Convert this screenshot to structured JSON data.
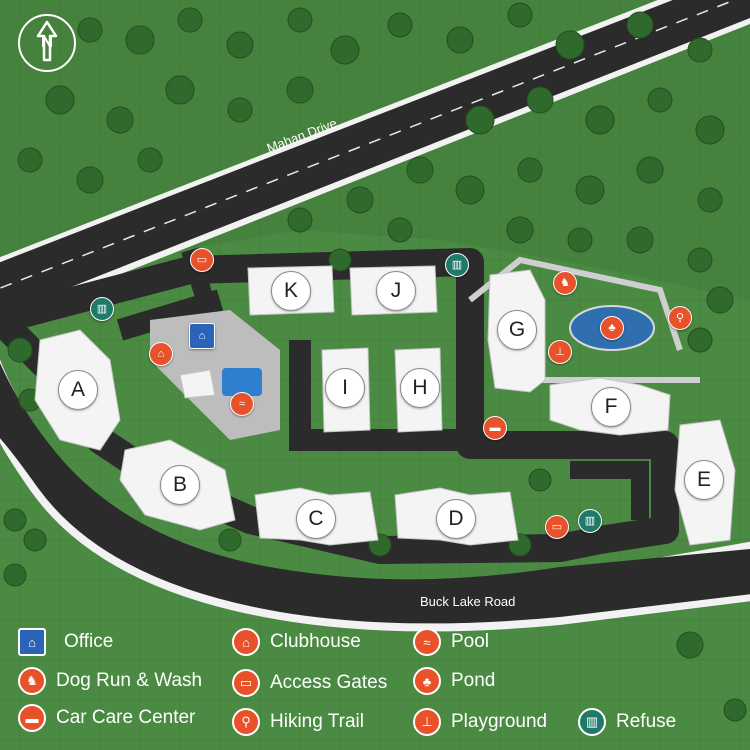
{
  "map": {
    "roads": [
      {
        "name": "Mahan Drive"
      },
      {
        "name": "Buck Lake Road"
      }
    ],
    "buildings": [
      "A",
      "B",
      "C",
      "D",
      "E",
      "F",
      "G",
      "H",
      "I",
      "J",
      "K"
    ],
    "north_label": "N"
  },
  "legend": {
    "items": [
      {
        "key": "office",
        "label": "Office",
        "icon": "house-icon",
        "color": "#2a63b8"
      },
      {
        "key": "clubhouse",
        "label": "Clubhouse",
        "icon": "clubhouse-icon",
        "color": "#e8522a"
      },
      {
        "key": "pool",
        "label": "Pool",
        "icon": "pool-icon",
        "color": "#e8522a"
      },
      {
        "key": "dog-run",
        "label": "Dog Run & Wash",
        "icon": "dog-icon",
        "color": "#e8522a"
      },
      {
        "key": "access-gates",
        "label": "Access Gates",
        "icon": "gate-icon",
        "color": "#e8522a"
      },
      {
        "key": "pond",
        "label": "Pond",
        "icon": "plant-icon",
        "color": "#e8522a"
      },
      {
        "key": "car-care",
        "label": "Car Care Center",
        "icon": "car-icon",
        "color": "#e8522a"
      },
      {
        "key": "hiking",
        "label": "Hiking Trail",
        "icon": "hiker-icon",
        "color": "#e8522a"
      },
      {
        "key": "playground",
        "label": "Playground",
        "icon": "seesaw-icon",
        "color": "#e8522a"
      },
      {
        "key": "refuse",
        "label": "Refuse",
        "icon": "trash-icon",
        "color": "#1f7a6a"
      }
    ]
  },
  "colors": {
    "grass": "#4a8a42",
    "road": "#2b2b2b",
    "building": "#f4f4f4",
    "pond": "#2f6fb0"
  }
}
